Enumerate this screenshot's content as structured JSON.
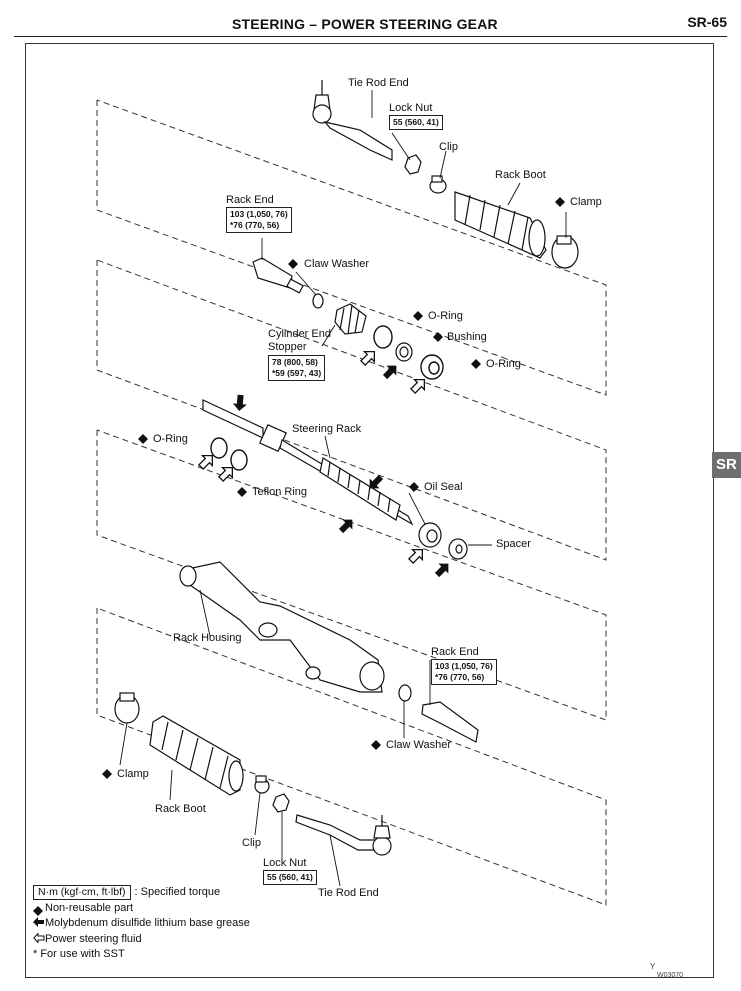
{
  "header": {
    "title": "STEERING – POWER STEERING GEAR",
    "page": "SR-65"
  },
  "side_tab": "SR",
  "labels": {
    "tie_rod_end_top": "Tie Rod End",
    "lock_nut_top": "Lock Nut",
    "clip_top": "Clip",
    "rack_boot_top": "Rack Boot",
    "clamp_top": "Clamp",
    "rack_end_top": "Rack End",
    "claw_washer_top": "Claw Washer",
    "cylinder_end_stopper_1": "Cylinder End",
    "cylinder_end_stopper_2": "Stopper",
    "o_ring_1": "O-Ring",
    "bushing": "Bushing",
    "o_ring_2": "O-Ring",
    "steering_rack": "Steering Rack",
    "o_ring_3": "O-Ring",
    "teflon_ring": "Teflon Ring",
    "oil_seal": "Oil Seal",
    "spacer": "Spacer",
    "rack_housing": "Rack Housing",
    "rack_end_bottom": "Rack End",
    "claw_washer_bottom": "Claw Washer",
    "clamp_bottom": "Clamp",
    "rack_boot_bottom": "Rack Boot",
    "clip_bottom": "Clip",
    "lock_nut_bottom": "Lock Nut",
    "tie_rod_end_bottom": "Tie Rod End"
  },
  "torque": {
    "lock_nut_top": "55 (560, 41)",
    "rack_end_top_1": "103 (1,050, 76)",
    "rack_end_top_2": "*76 (770, 56)",
    "cyl_stopper_1": "78 (800, 58)",
    "cyl_stopper_2": "*59 (597, 43)",
    "rack_end_bottom_1": "103 (1,050, 76)",
    "rack_end_bottom_2": "*76 (770, 56)",
    "lock_nut_bottom": "55 (560, 41)"
  },
  "legend": {
    "unit_box": "N·m (kgf·cm, ft·lbf)",
    "unit_desc": ": Specified torque",
    "non_reusable": "Non-reusable part",
    "moly_grease": "Molybdenum disulfide lithium base grease",
    "ps_fluid": "Power steering fluid",
    "sst": "* For use with SST"
  },
  "figure_code": "W03070",
  "corner_mark": "Y"
}
